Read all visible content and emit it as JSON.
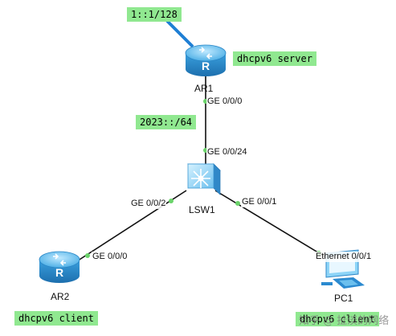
{
  "notes": {
    "loopback": "1::1/128",
    "server_role": "dhcpv6 server",
    "segment": "2023::/64",
    "ar2_role": "dhcpv6 client",
    "pc1_role": "dhcpv6 client"
  },
  "devices": {
    "ar1": "AR1",
    "lsw1": "LSW1",
    "ar2": "AR2",
    "pc1": "PC1"
  },
  "ports": {
    "ar1_ge000": "GE 0/0/0",
    "lsw1_ge0024": "GE 0/0/24",
    "lsw1_ge002": "GE 0/0/2",
    "lsw1_ge001": "GE 0/0/1",
    "ar2_ge000": "GE 0/0/0",
    "pc1_eth001": "Ethernet 0/0/1"
  },
  "watermark": "知乎 @ 扯淡的网络"
}
